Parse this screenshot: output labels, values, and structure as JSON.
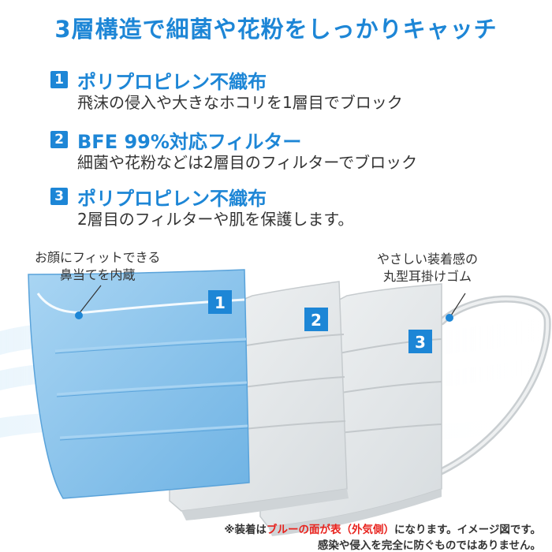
{
  "title": "3層構造で細菌や花粉をしっかりキャッチ",
  "layers": [
    {
      "num": "1",
      "title": "ポリプロピレン不織布",
      "desc": "飛沫の侵入や大きなホコリを1層目でブロック"
    },
    {
      "num": "2",
      "title": "BFE 99%対応フィルター",
      "desc": "細菌や花粉などは2層目のフィルターでブロック"
    },
    {
      "num": "3",
      "title": "ポリプロピレン不織布",
      "desc": "2層目のフィルターや肌を保護します。"
    }
  ],
  "callouts": {
    "nose_line1": "お顔にフィットできる",
    "nose_line2": "鼻当てを内蔵",
    "ear_line1": "やさしい装着感の",
    "ear_line2": "丸型耳掛けゴム"
  },
  "footnote": {
    "line1_a": "※装着は",
    "line1_red": "ブルーの面が表（外気側）",
    "line1_b": "になります。イメージ図です。",
    "line2": "感染や侵入を完全に防ぐものではありません。"
  },
  "colors": {
    "accent": "#1d86d6",
    "warning": "#e8231e",
    "mask_blue": "#8fc6ec",
    "mask_gray": "#e4e8ea"
  }
}
